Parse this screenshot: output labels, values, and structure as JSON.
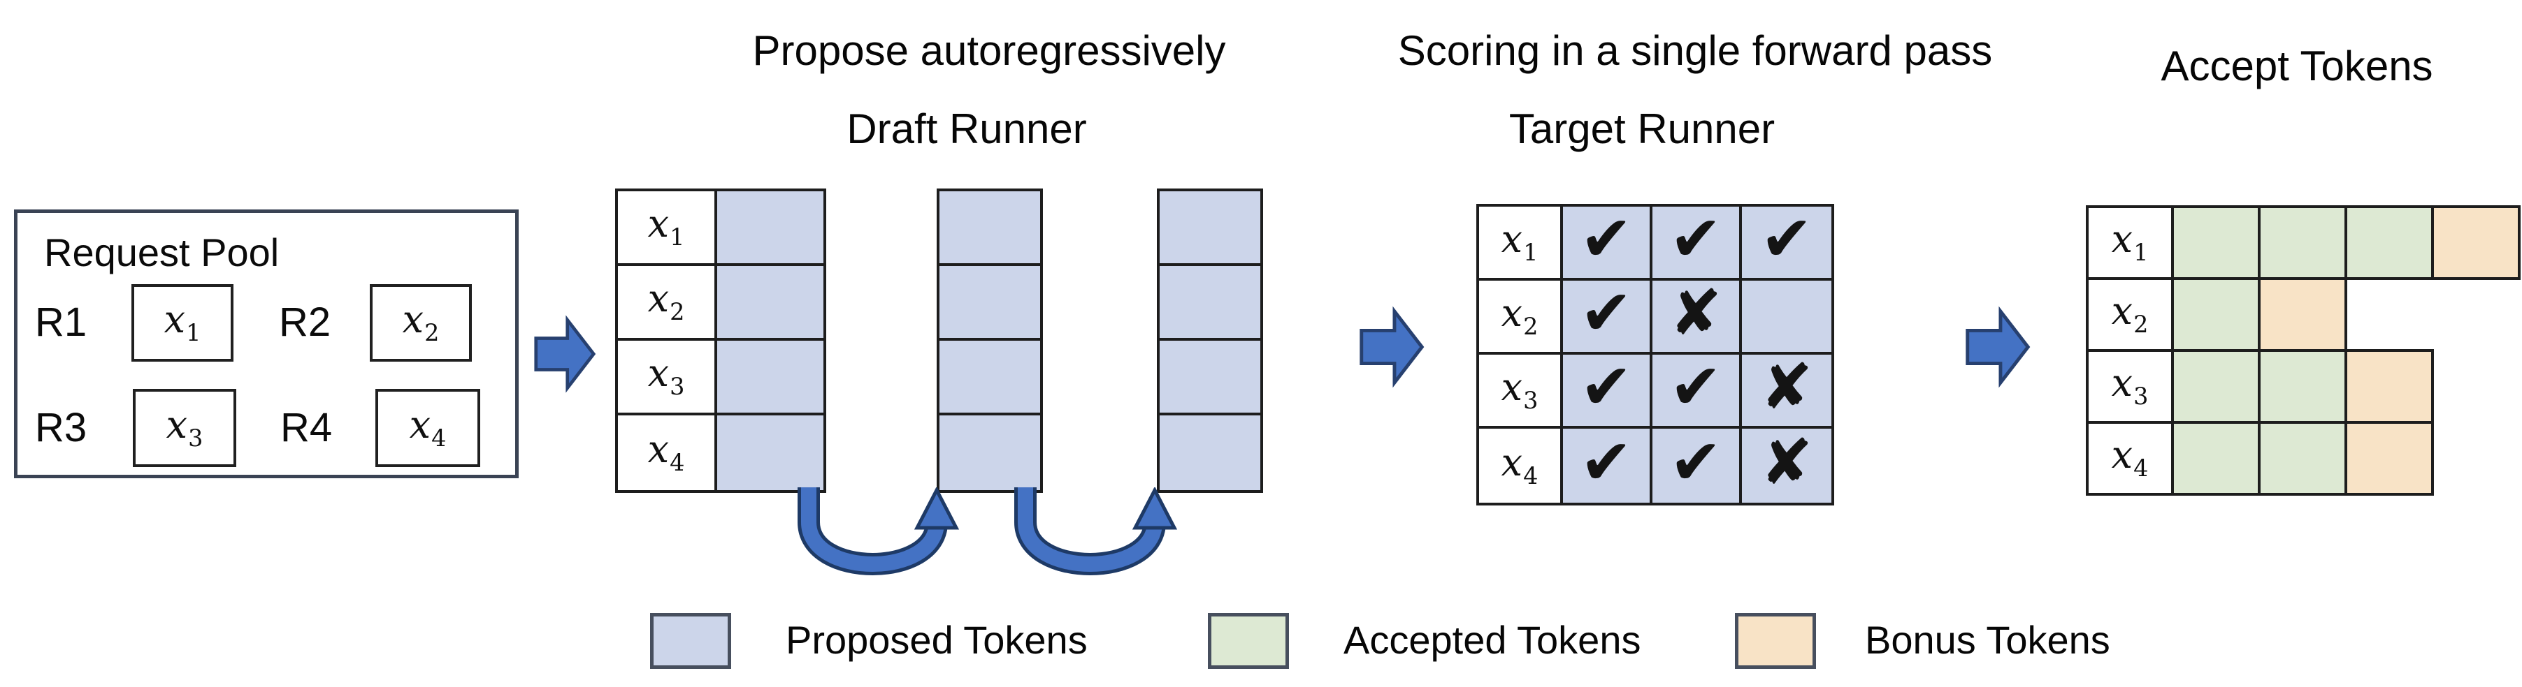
{
  "titles": {
    "propose": "Propose autoregressively",
    "draft_runner": "Draft Runner",
    "scoring": "Scoring in a single forward pass",
    "target_runner": "Target Runner",
    "accept": "Accept Tokens"
  },
  "request_pool": {
    "title": "Request Pool",
    "requests": [
      {
        "id": "R1",
        "token": {
          "base": "x",
          "sub": "1"
        }
      },
      {
        "id": "R2",
        "token": {
          "base": "x",
          "sub": "2"
        }
      },
      {
        "id": "R3",
        "token": {
          "base": "x",
          "sub": "3"
        }
      },
      {
        "id": "R4",
        "token": {
          "base": "x",
          "sub": "4"
        }
      }
    ]
  },
  "draft_runner": {
    "row_tokens": [
      {
        "base": "x",
        "sub": "1"
      },
      {
        "base": "x",
        "sub": "2"
      },
      {
        "base": "x",
        "sub": "3"
      },
      {
        "base": "x",
        "sub": "4"
      }
    ],
    "iteration_columns": 3
  },
  "target_runner": {
    "row_tokens": [
      {
        "base": "x",
        "sub": "1"
      },
      {
        "base": "x",
        "sub": "2"
      },
      {
        "base": "x",
        "sub": "3"
      },
      {
        "base": "x",
        "sub": "4"
      }
    ],
    "scores": [
      [
        "check",
        "check",
        "check"
      ],
      [
        "check",
        "cross",
        "blank"
      ],
      [
        "check",
        "check",
        "cross"
      ],
      [
        "check",
        "check",
        "cross"
      ]
    ]
  },
  "accept_tokens": {
    "row_tokens": [
      {
        "base": "x",
        "sub": "1"
      },
      {
        "base": "x",
        "sub": "2"
      },
      {
        "base": "x",
        "sub": "3"
      },
      {
        "base": "x",
        "sub": "4"
      }
    ],
    "rows": [
      [
        "accepted",
        "accepted",
        "accepted",
        "bonus"
      ],
      [
        "accepted",
        "bonus"
      ],
      [
        "accepted",
        "accepted",
        "bonus"
      ],
      [
        "accepted",
        "accepted",
        "bonus"
      ]
    ]
  },
  "legend": {
    "items": [
      {
        "type": "proposed",
        "label": "Proposed Tokens"
      },
      {
        "type": "accepted",
        "label": "Accepted Tokens"
      },
      {
        "type": "bonus",
        "label": "Bonus Tokens"
      }
    ]
  },
  "glyphs": {
    "check": "✔",
    "cross": "✘",
    "blank": ""
  },
  "colors": {
    "proposed": "#ccd5ea",
    "accepted": "#dde9d3",
    "bonus": "#f8e3c6",
    "arrow_fill": "#4472c4",
    "arrow_stroke": "#27406f",
    "grid_border": "#1d1d1d"
  }
}
